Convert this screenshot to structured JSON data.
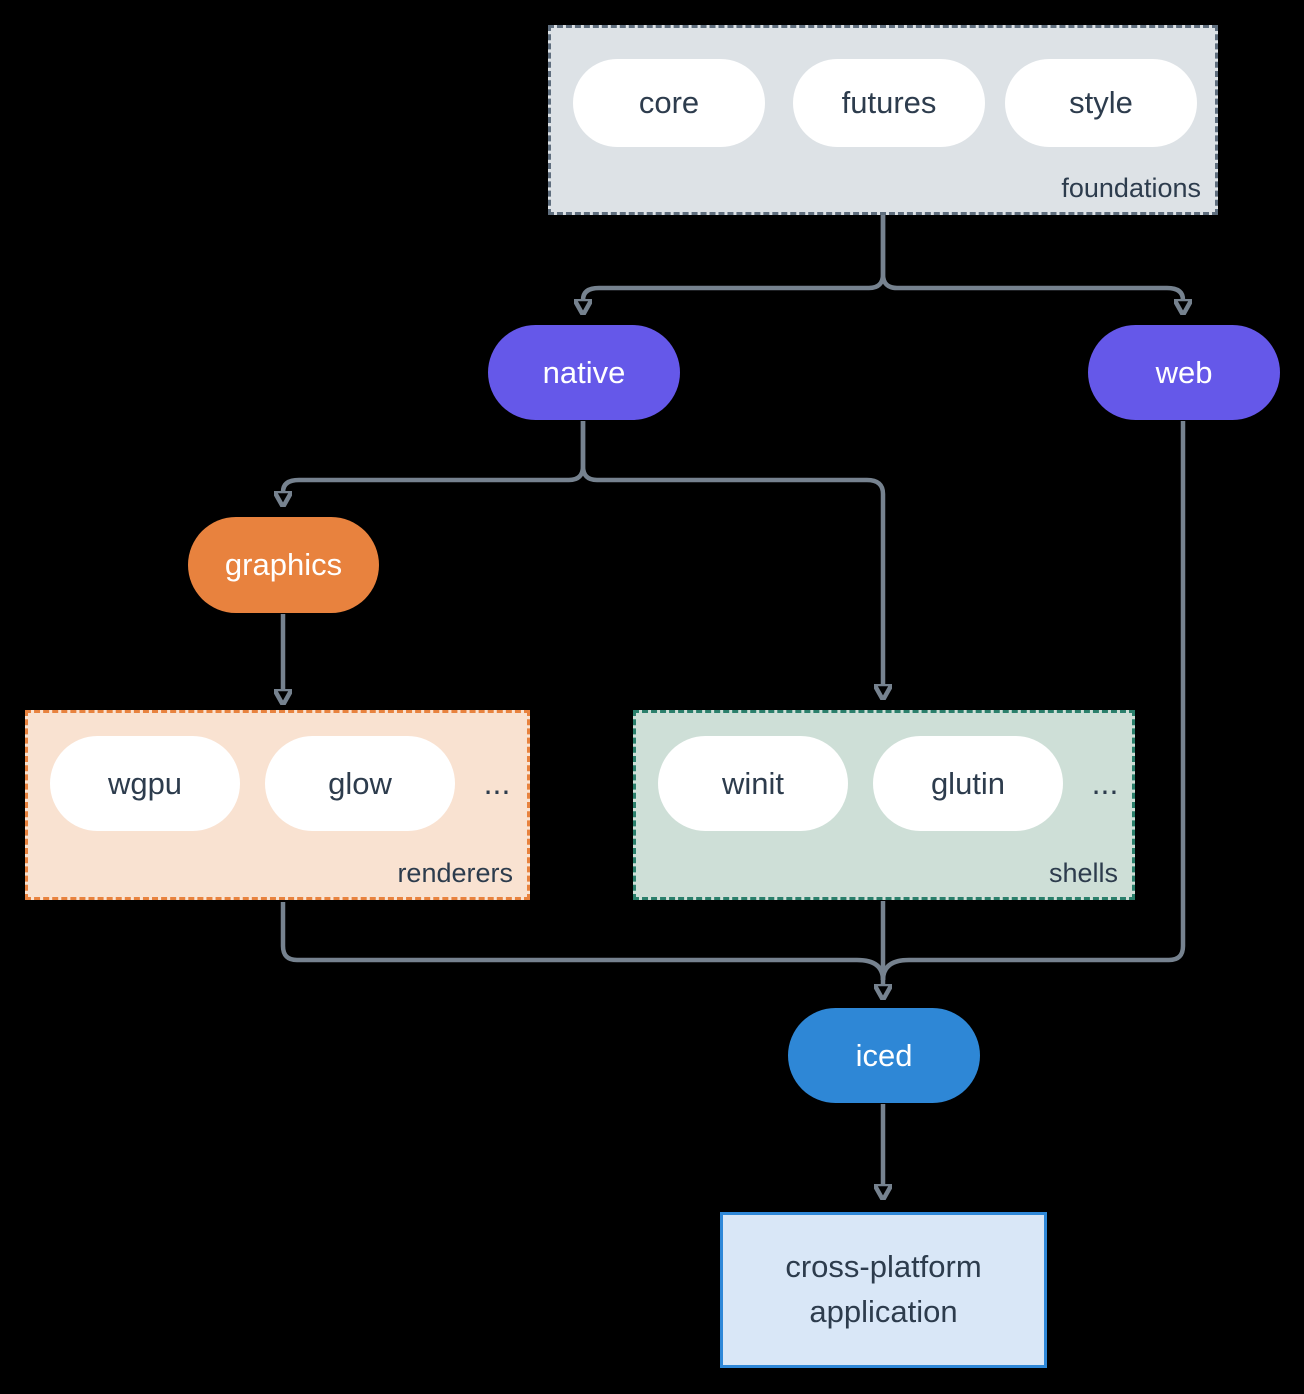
{
  "diagram": {
    "colors": {
      "background": "#000000",
      "connector": "#76828F",
      "dark_text": "#2D3C4D",
      "purple_accent": "#6558E9",
      "orange_accent": "#E8823E",
      "blue_accent": "#2E87D6",
      "foundations_bg": "#DDE2E6",
      "foundations_border": "#5F6E7E",
      "renderers_bg": "#F9E2D1",
      "renderers_border": "#E8823E",
      "shells_bg": "#CEDFD7",
      "shells_border": "#2A7F6B",
      "app_bg": "#D9E7F7",
      "app_border": "#2F88D8"
    },
    "groups": {
      "foundations": {
        "label": "foundations",
        "pills": [
          "core",
          "futures",
          "style"
        ]
      },
      "renderers": {
        "label": "renderers",
        "pills": [
          "wgpu",
          "glow"
        ],
        "ellipsis": "..."
      },
      "shells": {
        "label": "shells",
        "pills": [
          "winit",
          "glutin"
        ],
        "ellipsis": "..."
      }
    },
    "nodes": {
      "native": "native",
      "web": "web",
      "graphics": "graphics",
      "iced": "iced",
      "app_line1": "cross-platform",
      "app_line2": "application"
    }
  }
}
